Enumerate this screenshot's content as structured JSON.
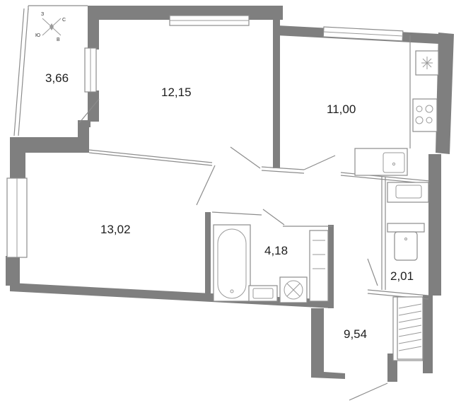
{
  "rooms": [
    {
      "id": "balcony",
      "area": "3,66"
    },
    {
      "id": "bedroom",
      "area": "12,15"
    },
    {
      "id": "kitchen",
      "area": "11,00"
    },
    {
      "id": "living-room",
      "area": "13,02"
    },
    {
      "id": "bathroom",
      "area": "4,18"
    },
    {
      "id": "toilet",
      "area": "2,01"
    },
    {
      "id": "hallway",
      "area": "9,54"
    }
  ],
  "compass": {
    "north": "С",
    "south": "Ю",
    "west": "З",
    "east": "В"
  },
  "colors": {
    "wall": "#7f7f7f",
    "line": "#8c8c8c",
    "text": "#1e1e1e"
  }
}
